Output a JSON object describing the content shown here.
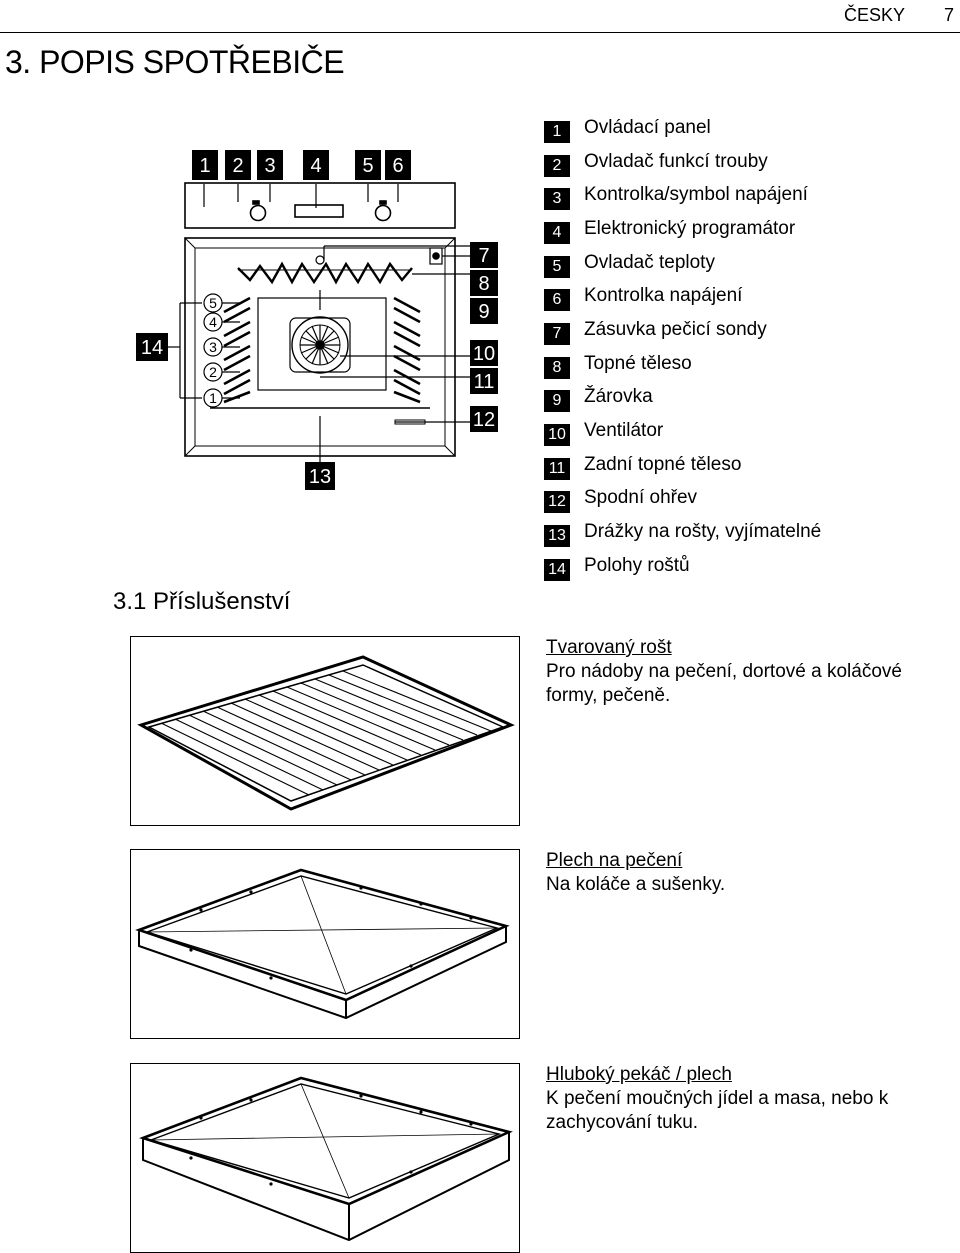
{
  "header": {
    "language": "ČESKY",
    "page_number": "7"
  },
  "section_title": "3. POPIS SPOTŘEBIČE",
  "diagram_callouts": {
    "top": [
      "1",
      "2",
      "3",
      "4",
      "5",
      "6"
    ],
    "right": [
      "7",
      "8",
      "9",
      "10",
      "11",
      "12"
    ],
    "bottom": "13",
    "left": "14",
    "shelf_levels": [
      "5",
      "4",
      "3",
      "2",
      "1"
    ]
  },
  "legend": [
    {
      "num": "1",
      "label": "Ovládací panel"
    },
    {
      "num": "2",
      "label": "Ovladač funkcí trouby"
    },
    {
      "num": "3",
      "label": "Kontrolka/symbol napájení"
    },
    {
      "num": "4",
      "label": "Elektronický programátor"
    },
    {
      "num": "5",
      "label": "Ovladač teploty"
    },
    {
      "num": "6",
      "label": "Kontrolka napájení"
    },
    {
      "num": "7",
      "label": "Zásuvka pečicí sondy"
    },
    {
      "num": "8",
      "label": "Topné těleso"
    },
    {
      "num": "9",
      "label": "Žárovka"
    },
    {
      "num": "10",
      "label": "Ventilátor"
    },
    {
      "num": "11",
      "label": "Zadní topné těleso"
    },
    {
      "num": "12",
      "label": "Spodní ohřev"
    },
    {
      "num": "13",
      "label": "Drážky na rošty, vyjímatelné"
    },
    {
      "num": "14",
      "label": "Polohy roštů"
    }
  ],
  "subsection_title": "3.1 Příslušenství",
  "accessories": [
    {
      "name": "Tvarovaný rošt",
      "description": "Pro nádoby na pečení, dortové a koláčové formy, pečeně."
    },
    {
      "name": "Plech na pečení",
      "description": "Na koláče a sušenky."
    },
    {
      "name": "Hluboký pekáč / plech",
      "description": "K pečení moučných jídel a masa, nebo k zachycování tuku."
    }
  ]
}
